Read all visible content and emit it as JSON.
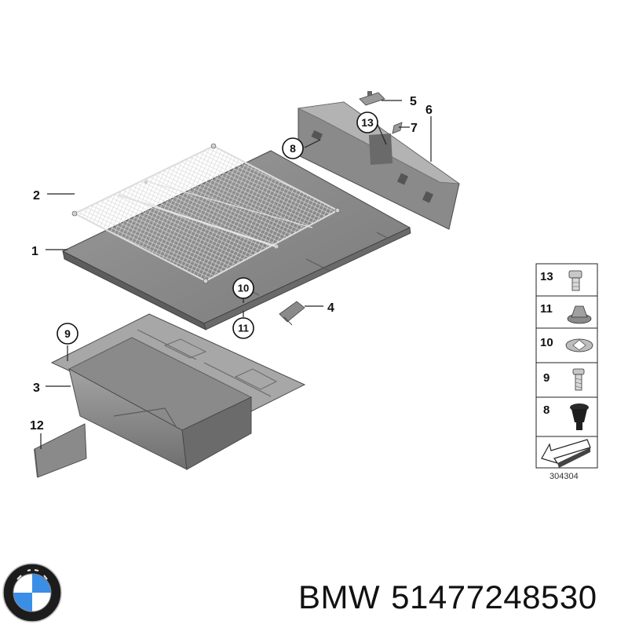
{
  "diagram": {
    "callouts": {
      "c1": "1",
      "c2": "2",
      "c3": "3",
      "c4": "4",
      "c5": "5",
      "c6": "6",
      "c7": "7",
      "c8": "8",
      "c9": "9",
      "c10": "10",
      "c11": "11",
      "c12": "12",
      "c13": "13"
    },
    "legend_items": [
      "13",
      "11",
      "10",
      "9",
      "8"
    ],
    "drawing_number": "304304"
  },
  "caption": {
    "brand": "BMW",
    "part_number": "51477248530"
  },
  "colors": {
    "part_fill": "#8d8d8d",
    "part_dark": "#5f5f5f",
    "part_light": "#b8b8b8",
    "logo_blue": "#3a8ee6",
    "logo_ring": "#1a1a1a"
  }
}
